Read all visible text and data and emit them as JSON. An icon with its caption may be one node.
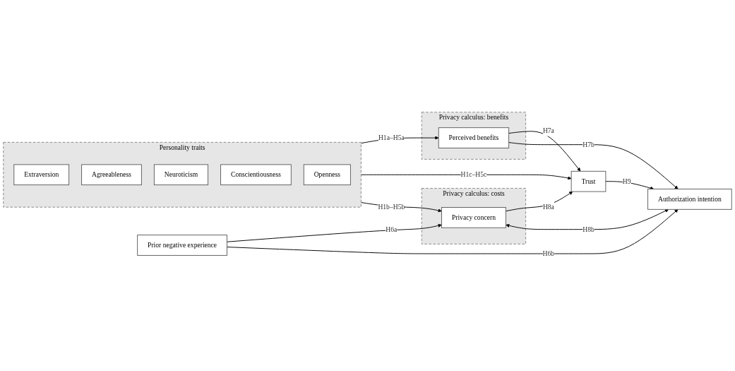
{
  "diagram": {
    "nodes": [
      {
        "text": [
          "Personality traits"
        ]
      },
      {
        "text": [
          "Extraversion"
        ],
        "in": 0
      },
      {
        "text": [
          "Agreeableness"
        ],
        "in": 0
      },
      {
        "text": [
          "Neuroticism"
        ],
        "in": 0
      },
      {
        "text": [
          "Conscientiousness"
        ],
        "in": 0
      },
      {
        "text": [
          "Openness"
        ],
        "in": 0
      },
      {
        "text": [
          "Privacy calculus: benefits"
        ]
      },
      {
        "text": [
          "Perceived benefits"
        ],
        "in": 6
      },
      {
        "text": [
          "Trust"
        ]
      },
      {
        "text": [
          "Authorization intention"
        ]
      },
      {
        "text": [
          "Privacy calculus: costs"
        ]
      },
      {
        "text": [
          "Privacy concern"
        ],
        "in": 10
      },
      {
        "text": [
          "Prior negative experience"
        ]
      }
    ],
    "edges": [
      {
        "from": 0,
        "to": 7,
        "arrow": "to",
        "label": "H1a–H5a"
      },
      {
        "from": 0,
        "to": 8,
        "arrow": "to",
        "label": "H1c–H5c"
      },
      {
        "from": 0,
        "to": 11,
        "arrow": "to",
        "label": "H1b–H5b"
      },
      {
        "from": 7,
        "to": 8,
        "arrow": "to",
        "label": "H7a"
      },
      {
        "from": 7,
        "to": 9,
        "arrow": "to",
        "label": "H7b"
      },
      {
        "from": 8,
        "to": 9,
        "arrow": "to",
        "label": "H9"
      },
      {
        "from": 11,
        "to": 8,
        "arrow": "to",
        "label": "H8a"
      },
      {
        "from": 11,
        "to": 9,
        "arrow": "both",
        "label": "H8b"
      },
      {
        "from": 12,
        "to": 11,
        "arrow": "to",
        "label": "H6a"
      },
      {
        "from": 12,
        "to": 9,
        "arrow": "to",
        "label": "H6b"
      }
    ]
  }
}
